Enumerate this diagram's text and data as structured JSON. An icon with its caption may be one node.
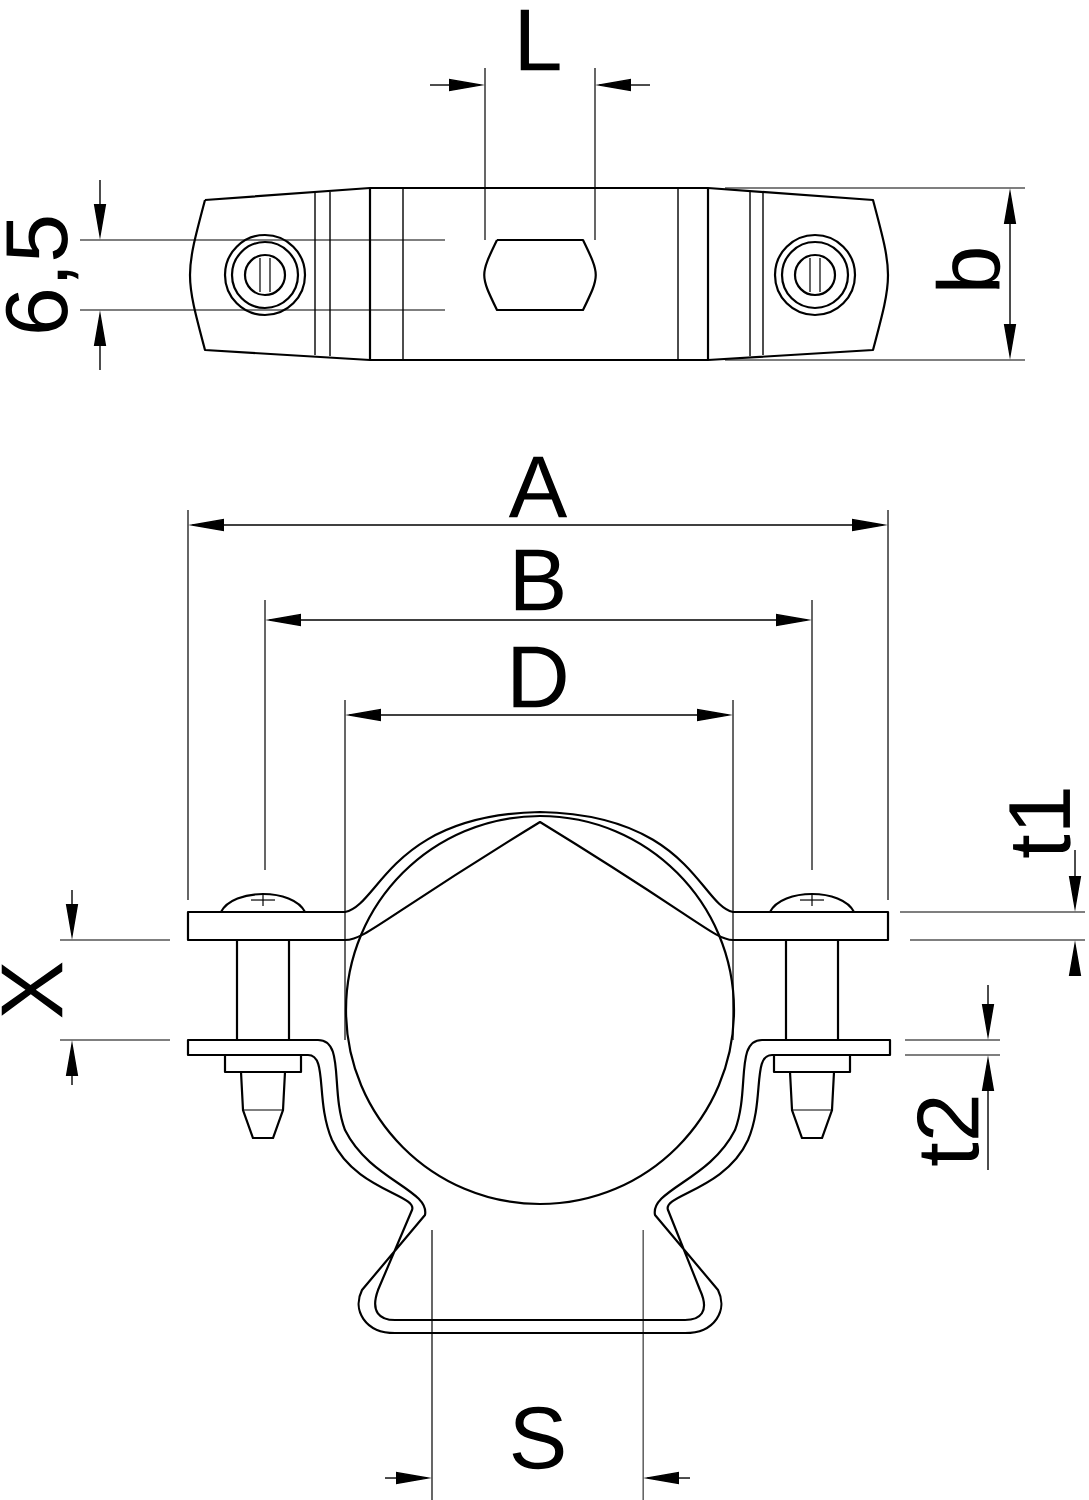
{
  "diagram": {
    "labels": [
      "L",
      "6,5",
      "b",
      "A",
      "B",
      "D",
      "t1",
      "X",
      "t2",
      "S"
    ]
  }
}
